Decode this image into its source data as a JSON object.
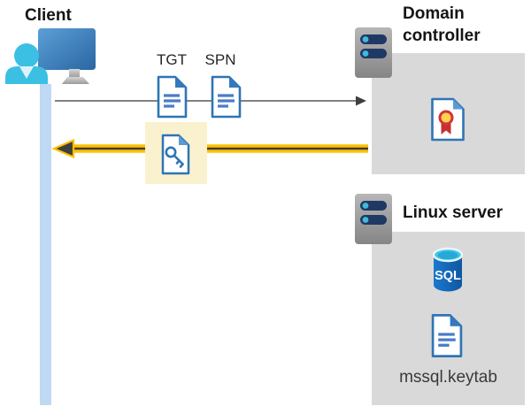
{
  "diagram": {
    "client": {
      "label": "Client"
    },
    "tickets": {
      "tgt": "TGT",
      "spn": "SPN"
    },
    "domain_controller": {
      "label": "Domain controller",
      "label_lines": [
        "Domain",
        "controller"
      ]
    },
    "linux_server": {
      "label": "Linux server",
      "sql_badge": "SQL",
      "keytab_file": "mssql.keytab"
    },
    "icons": {
      "client": "monitor-with-user-icon",
      "tgt": "document-icon",
      "spn": "document-icon",
      "session_key": "key-document-icon",
      "domain_controller": "server-icon",
      "certificate": "certificate-icon",
      "linux_server": "server-icon",
      "database": "sql-database-icon",
      "keytab": "document-icon"
    },
    "colors": {
      "request_arrow": "#595959",
      "response_arrow_yellow": "#ffc000",
      "response_arrow_dark": "#3f3f3f",
      "highlight_box": "#faf2ce",
      "panel_gray": "#d9d9d9",
      "lifeline_blue": "#bfd9f2",
      "document_blue": "#2e75b6",
      "person_cyan": "#3bc0e4",
      "sql_blue": "#1468be",
      "certificate_red": "#c63031",
      "certificate_gold": "#ffd24c",
      "server_pill_navy": "#203864",
      "server_dot_cyan": "#41b9d9"
    }
  }
}
